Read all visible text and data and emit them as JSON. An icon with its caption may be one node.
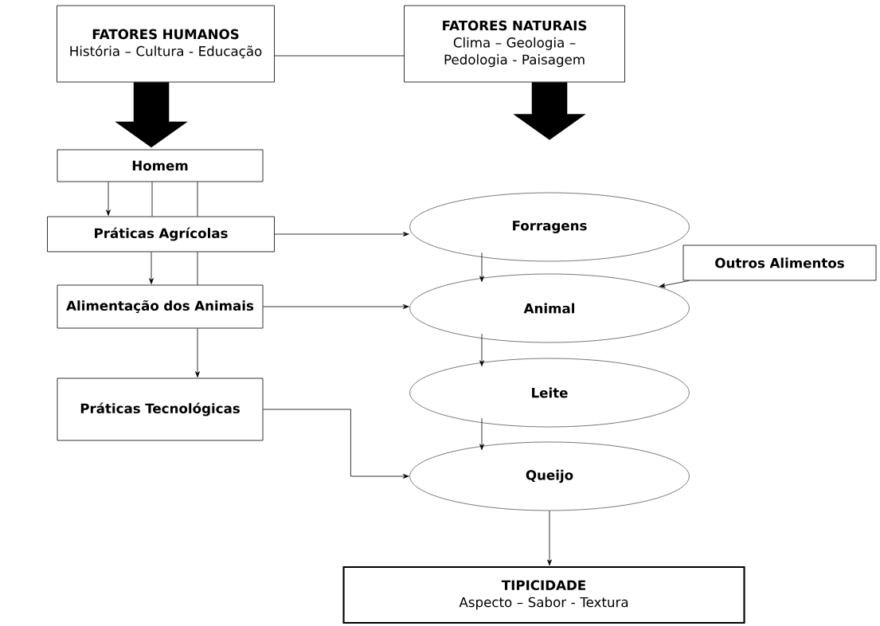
{
  "diagram": {
    "nodes": [
      {
        "text": [
          "FATORES HUMANOS",
          "História – Cultura - Educação"
        ]
      },
      {
        "text": [
          "FATORES NATURAIS",
          "Clima – Geologia – Pedologia - Paisagem"
        ]
      },
      {
        "text": [
          "Homem"
        ]
      },
      {
        "text": [
          "Práticas Agrícolas"
        ]
      },
      {
        "text": [
          "Alimentação dos Animais"
        ]
      },
      {
        "text": [
          "Práticas Tecnológicas"
        ]
      },
      {
        "text": [
          "Forragens"
        ]
      },
      {
        "text": [
          "Outros Alimentos"
        ]
      },
      {
        "text": [
          "Animal"
        ]
      },
      {
        "text": [
          "Leite"
        ]
      },
      {
        "text": [
          "Queijo"
        ]
      },
      {
        "text": [
          "TIPICIDADE",
          "Aspecto – Sabor - Textura"
        ]
      }
    ],
    "edges": [
      {
        "from": 0,
        "to": 1,
        "arrow": "none"
      },
      {
        "from": 0,
        "to": 2,
        "arrow": "to",
        "style": "thick"
      },
      {
        "from": 1,
        "to": null,
        "arrow": "to",
        "style": "thick"
      },
      {
        "from": 2,
        "to": 3,
        "arrow": "to"
      },
      {
        "from": 2,
        "to": 3,
        "arrow": "none"
      },
      {
        "from": 2,
        "to": 3,
        "arrow": "none"
      },
      {
        "from": 3,
        "to": 4,
        "arrow": "to"
      },
      {
        "from": 3,
        "to": 4,
        "arrow": "none"
      },
      {
        "from": 4,
        "to": 5,
        "arrow": "to"
      },
      {
        "from": 3,
        "to": 6,
        "arrow": "to"
      },
      {
        "from": 4,
        "to": 8,
        "arrow": "to"
      },
      {
        "from": 5,
        "to": 10,
        "arrow": "to"
      },
      {
        "from": 6,
        "to": 8,
        "arrow": "to"
      },
      {
        "from": 7,
        "to": 8,
        "arrow": "to"
      },
      {
        "from": 8,
        "to": 9,
        "arrow": "to"
      },
      {
        "from": 9,
        "to": 10,
        "arrow": "to"
      },
      {
        "from": 10,
        "to": 11,
        "arrow": "to"
      }
    ]
  }
}
